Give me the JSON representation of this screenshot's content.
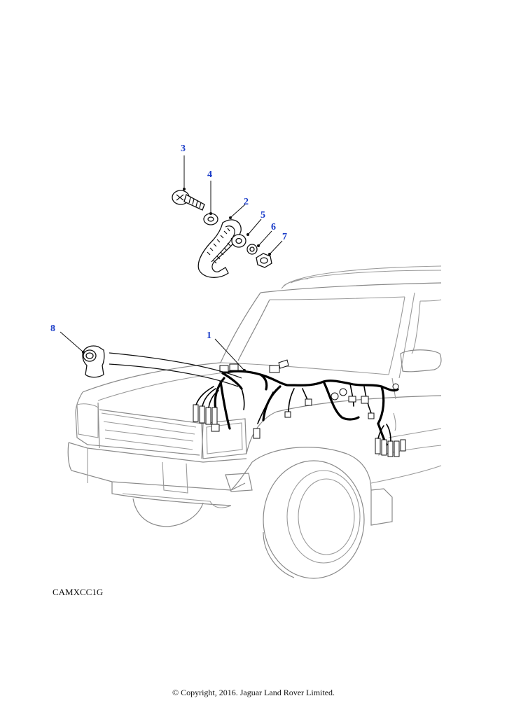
{
  "diagram": {
    "reference_code": "CAMXCC1G",
    "copyright": "© Copyright, 2016. Jaguar Land Rover Limited.",
    "callouts": [
      {
        "id": "callout-3",
        "label": "3"
      },
      {
        "id": "callout-4",
        "label": "4"
      },
      {
        "id": "callout-2",
        "label": "2"
      },
      {
        "id": "callout-5",
        "label": "5"
      },
      {
        "id": "callout-6",
        "label": "6"
      },
      {
        "id": "callout-7",
        "label": "7"
      },
      {
        "id": "callout-8",
        "label": "8"
      },
      {
        "id": "callout-1",
        "label": "1"
      }
    ],
    "colors": {
      "callout_text": "#1a3cc8",
      "harness": "#000000",
      "vehicle_outline": "#9a9a9a"
    }
  }
}
